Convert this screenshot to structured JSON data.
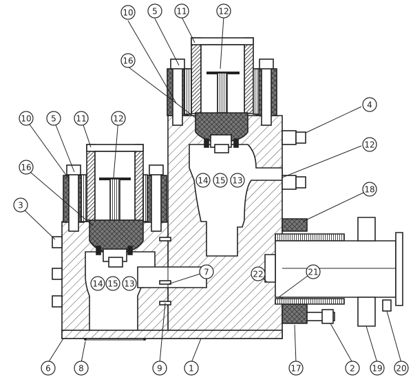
{
  "diagram": {
    "callouts": [
      {
        "label": "10"
      },
      {
        "label": "5"
      },
      {
        "label": "11"
      },
      {
        "label": "12"
      },
      {
        "label": "16"
      },
      {
        "label": "4"
      },
      {
        "label": "12"
      },
      {
        "label": "10"
      },
      {
        "label": "5"
      },
      {
        "label": "11"
      },
      {
        "label": "12"
      },
      {
        "label": "16"
      },
      {
        "label": "14"
      },
      {
        "label": "15"
      },
      {
        "label": "13"
      },
      {
        "label": "18"
      },
      {
        "label": "3"
      },
      {
        "label": "7"
      },
      {
        "label": "22"
      },
      {
        "label": "21"
      },
      {
        "label": "14"
      },
      {
        "label": "15"
      },
      {
        "label": "13"
      },
      {
        "label": "6"
      },
      {
        "label": "8"
      },
      {
        "label": "9"
      },
      {
        "label": "1"
      },
      {
        "label": "17"
      },
      {
        "label": "2"
      },
      {
        "label": "19"
      },
      {
        "label": "20"
      }
    ],
    "colors": {
      "line": "#222222",
      "background": "#ffffff",
      "dark_hatch": "#444444"
    }
  }
}
